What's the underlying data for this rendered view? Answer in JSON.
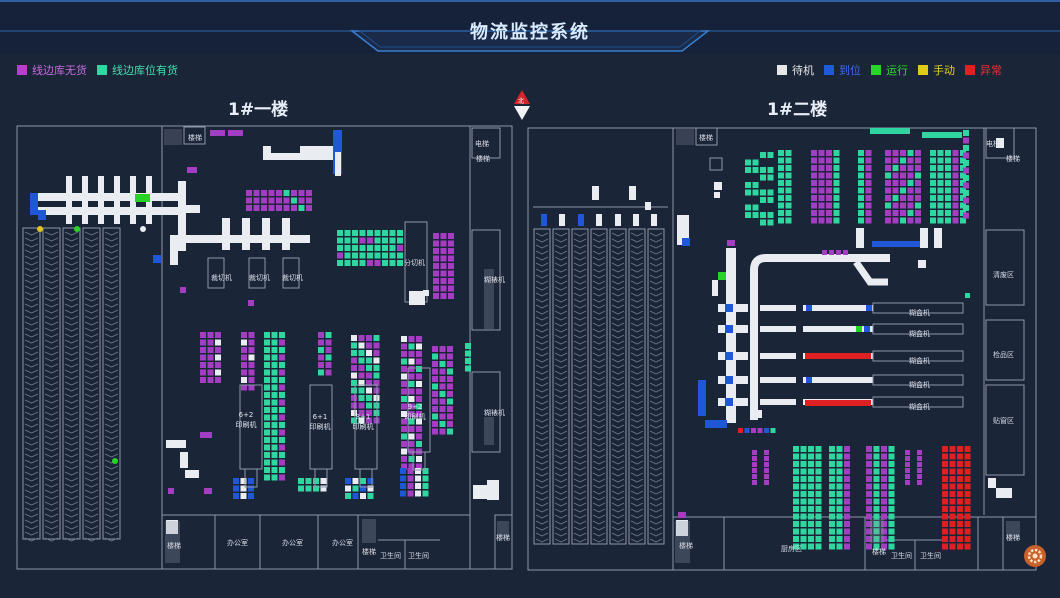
{
  "app": {
    "title": "物流监控系统"
  },
  "legend_left": [
    {
      "label": "线边库无货",
      "color": "#b73fd0"
    },
    {
      "label": "线边库位有货",
      "color": "#33d6a0"
    }
  ],
  "legend_right": [
    {
      "label": "待机",
      "color": "#e6e6e6",
      "text_color": "#e6e6e6"
    },
    {
      "label": "到位",
      "color": "#1f5bd8",
      "text_color": "#3a6bea"
    },
    {
      "label": "运行",
      "color": "#27d627",
      "text_color": "#2fdb2f"
    },
    {
      "label": "手动",
      "color": "#e0cc17",
      "text_color": "#e6d21c"
    },
    {
      "label": "异常",
      "color": "#e02121",
      "text_color": "#e83030"
    }
  ],
  "compass_label": "北",
  "floors": {
    "floor1": {
      "title": "1#一楼",
      "labels": {
        "stairs_top": "楼梯",
        "elevator": "电梯",
        "stairs_right": "楼梯",
        "die_cutter_1": "裁切机",
        "die_cutter_2": "裁切机",
        "die_cutter_3": "裁切机",
        "slitter": "分切机",
        "sheeter_1": "糊裱机",
        "sheeter_2": "糊裱机",
        "press_1": "6+2\n印刷机",
        "press_2": "6+1\n印刷机",
        "press_3": "8+1\n印刷机",
        "press_4": "9+2\n印刷机",
        "stairs_bottom_left": "楼梯",
        "office_1": "办公室",
        "office_2": "办公室",
        "office_3": "办公室",
        "stairs_bottom_mid": "楼梯",
        "restroom_1": "卫生间",
        "restroom_2": "卫生间",
        "stairs_bottom_right": "楼梯"
      }
    },
    "floor2": {
      "title": "1#二楼",
      "labels": {
        "stairs_top": "楼梯",
        "elevator": "电梯",
        "stairs_right": "楼梯",
        "box_machine_1": "糊盒机",
        "box_machine_2": "糊盒机",
        "box_machine_3": "糊盒机",
        "box_machine_4": "糊盒机",
        "box_machine_5": "糊盒机",
        "waste_area": "清废区",
        "inspection_area": "检品区",
        "window_area": "贴窗区",
        "stairs_bottom_left": "楼梯",
        "kitchen": "厨房区",
        "stairs_bottom_mid": "楼梯",
        "restroom_1": "卫生间",
        "restroom_2": "卫生间",
        "stairs_bottom_right": "楼梯"
      }
    }
  }
}
